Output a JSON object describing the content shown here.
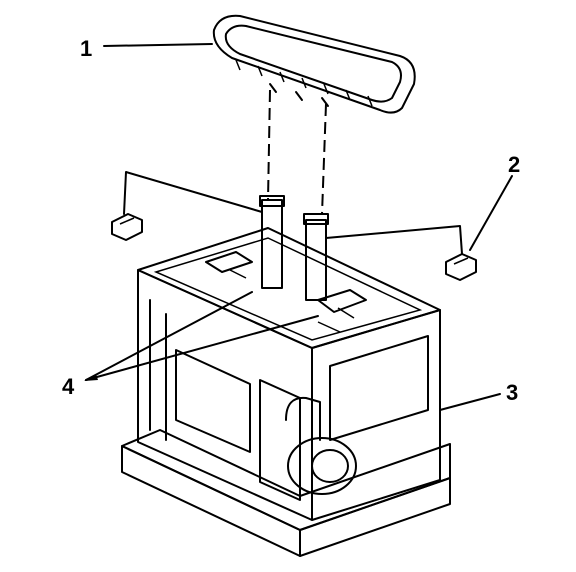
{
  "callouts": [
    {
      "id": "1",
      "label": "1"
    },
    {
      "id": "2",
      "label": "2"
    },
    {
      "id": "3",
      "label": "3"
    },
    {
      "id": "4",
      "label": "4"
    }
  ],
  "colors": {
    "line": "#000000",
    "shade": "#d8d8d8",
    "background": "#ffffff"
  }
}
